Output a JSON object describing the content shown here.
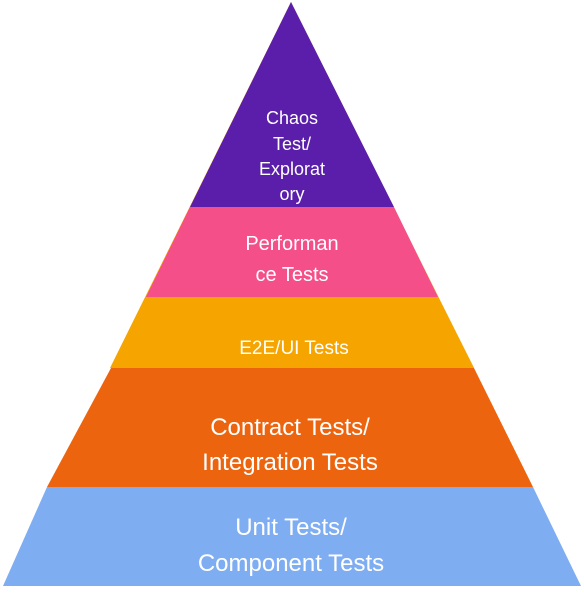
{
  "pyramid": {
    "tiers": [
      {
        "name": "chaos-exploratory",
        "lines": [
          "Chaos",
          "Test/",
          "Explorat",
          "ory"
        ],
        "color": "#5a1eaa"
      },
      {
        "name": "performance",
        "lines": [
          "Performan",
          "ce Tests"
        ],
        "color": "#f44f88"
      },
      {
        "name": "e2e-ui",
        "lines": [
          "E2E/UI Tests"
        ],
        "color": "#f5a400"
      },
      {
        "name": "contract-integration",
        "lines": [
          "Contract Tests/",
          "Integration Tests"
        ],
        "color": "#ed640f"
      },
      {
        "name": "unit-component",
        "lines": [
          "Unit Tests/",
          "Component Tests"
        ],
        "color": "#7fadf2"
      }
    ],
    "outline_color": "#f5a400"
  }
}
